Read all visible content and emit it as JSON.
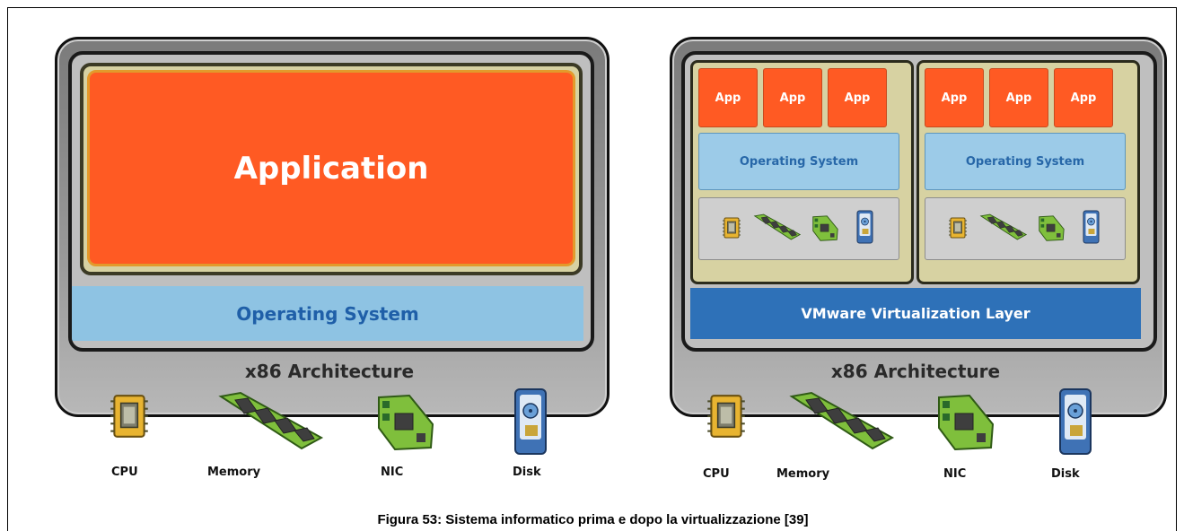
{
  "left": {
    "application": "Application",
    "operating_system": "Operating System",
    "architecture": "x86 Architecture",
    "hardware": [
      "CPU",
      "Memory",
      "NIC",
      "Disk"
    ]
  },
  "right": {
    "apps": [
      "App",
      "App",
      "App",
      "App",
      "App",
      "App"
    ],
    "operating_system_1": "Operating System",
    "operating_system_2": "Operating System",
    "virtualization_layer": "VMware Virtualization Layer",
    "architecture": "x86 Architecture",
    "hardware": [
      "CPU",
      "Memory",
      "NIC",
      "Disk"
    ]
  },
  "caption": "Figura 53: Sistema informatico prima e dopo la virtualizzazione [39]",
  "colors": {
    "application": "#ff5a23",
    "operating_system": "#8ec3e3",
    "virtualization_layer": "#2e71b8",
    "chassis": "#8c8c8c"
  }
}
